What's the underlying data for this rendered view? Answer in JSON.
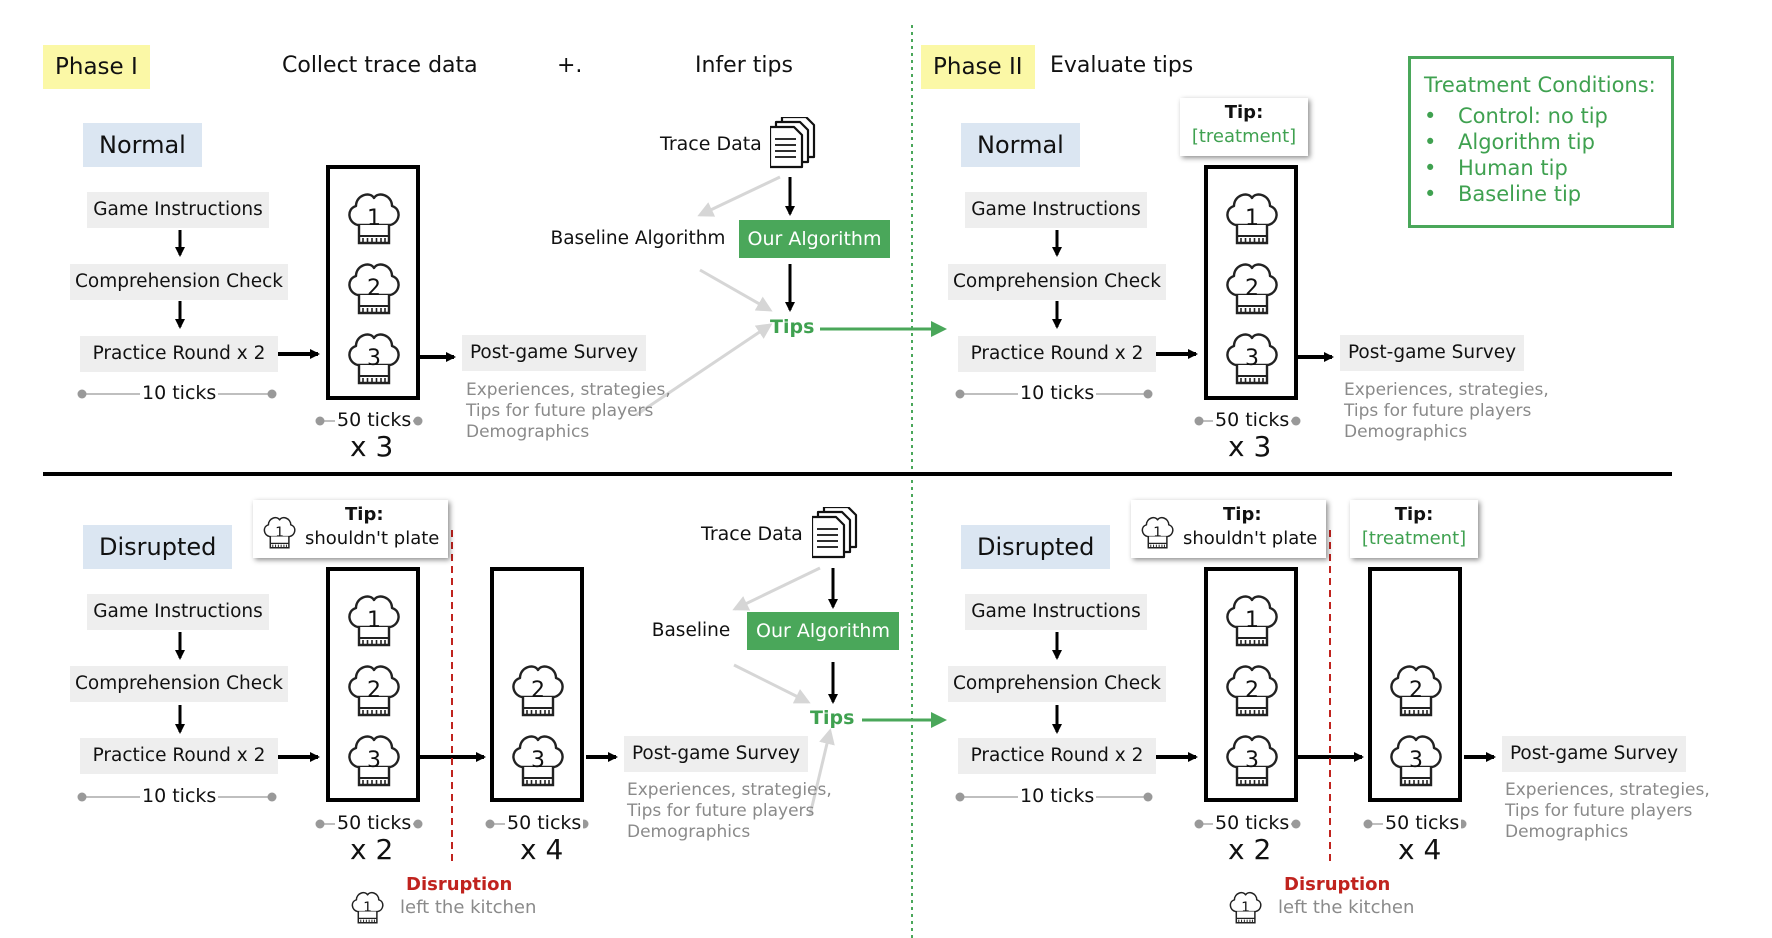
{
  "header": {
    "phase1_label": "Phase I",
    "collect": "Collect trace data",
    "plus": "+.",
    "infer": "Infer tips",
    "phase2_label": "Phase II",
    "evaluate": "Evaluate tips"
  },
  "legend": {
    "title": "Treatment Conditions:",
    "bullet": "•",
    "items": [
      "Control: no tip",
      "Algorithm tip",
      "Human tip",
      "Baseline tip"
    ]
  },
  "labels": {
    "normal": "Normal",
    "disrupted": "Disrupted",
    "game_instructions": "Game Instructions",
    "comprehension_check": "Comprehension Check",
    "practice_round": "Practice Round x 2",
    "ten_ticks": "10 ticks",
    "fifty_ticks": "50 ticks",
    "x3": "x 3",
    "x2": "x 2",
    "x4": "x 4",
    "post_game_survey": "Post-game Survey",
    "survey_line1": "Experiences, strategies,",
    "survey_line2": "Tips for future players",
    "survey_line3": "Demographics",
    "trace_data": "Trace Data",
    "baseline_algorithm": "Baseline Algorithm",
    "baseline": "Baseline",
    "our_algorithm": "Our Algorithm",
    "tips": "Tips",
    "tip_title": "Tip:",
    "tip_treatment": "[treatment]",
    "tip_shouldnt_plate": "shouldn't plate",
    "disruption": "Disruption",
    "left_kitchen": "left the kitchen"
  },
  "round_numbers": [
    "1",
    "2",
    "3"
  ],
  "colors": {
    "green": "#4aa75a",
    "phase_bg": "#fbf8a6",
    "condition_bg": "#dbe6f2",
    "disruption_red": "#c0231e",
    "grey_arrow": "#d6d6d6"
  },
  "icons": [
    "chef-hat-icon",
    "document-stack-icon"
  ]
}
